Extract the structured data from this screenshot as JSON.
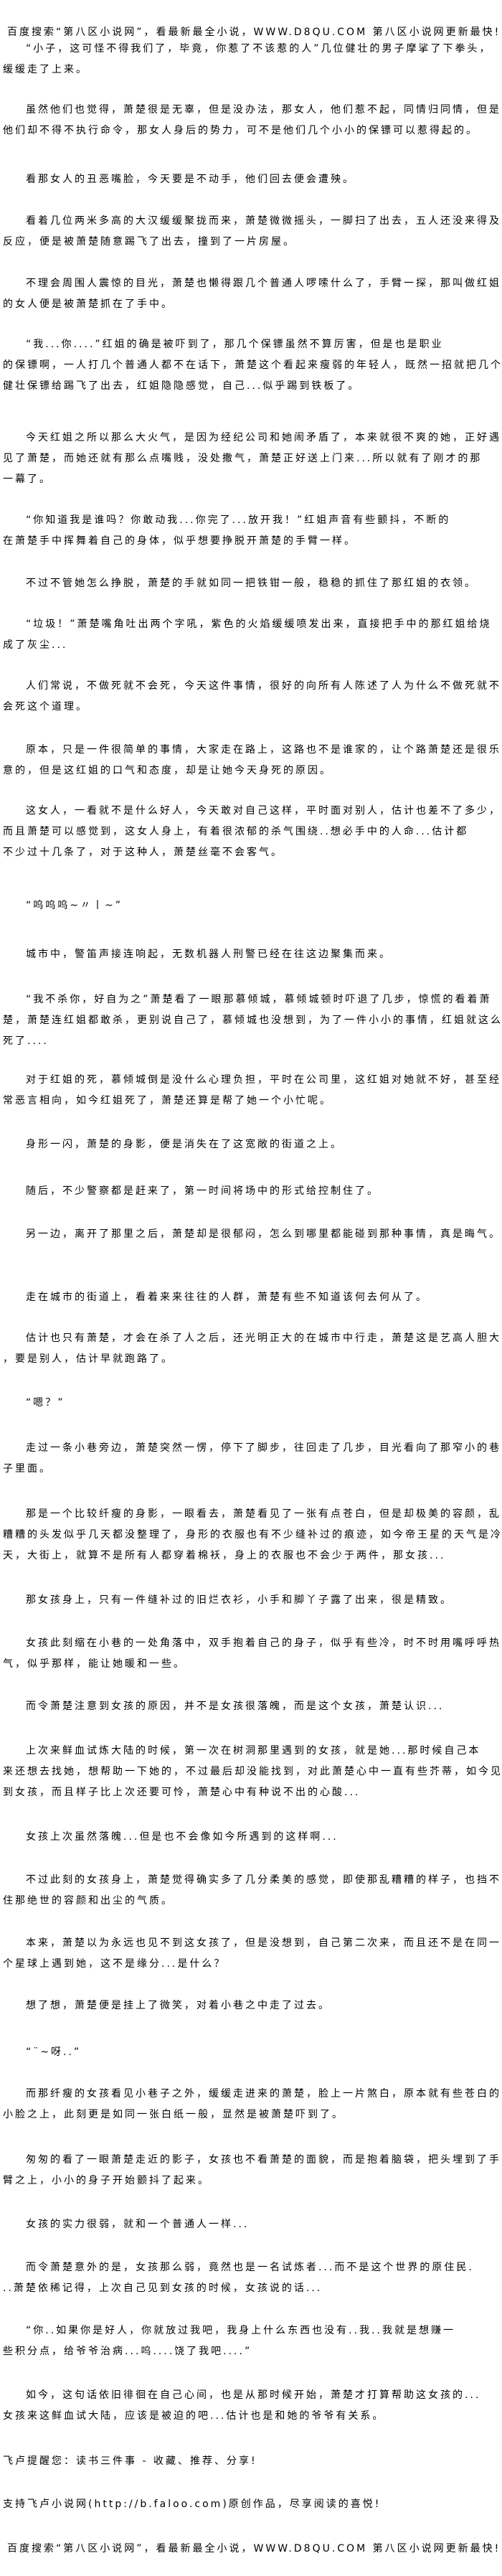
{
  "header_banner": "百度搜索“第八区小说网”，看最新最全小说，WWW.D8QU.COM  第八区小说网更新最快!",
  "paragraphs": [
    [
      "“小子，这可怪不得我们了，毕竟，你惹了不该惹的人”几位健壮的男子摩挲了下拳头，",
      "缓缓走了上来。"
    ],
    [
      "虽然他们也觉得，萧楚很是无辜，但是没办法，那女人，他们惹不起，同情归同情，但是",
      "他们却不得不执行命令，那女人身后的势力，可不是他们几个小小的保镖可以惹得起的。"
    ],
    [
      "看那女人的丑恶嘴脸，今天要是不动手，他们回去便会遭殃。"
    ],
    [
      "看着几位两米多高的大汉缓缓聚拢而来，萧楚微微摇头，一脚扫了出去，五人还没来得及",
      "反应，便是被萧楚随意踢飞了出去，撞到了一片房屋。"
    ],
    [
      "不理会周围人震惊的目光，萧楚也懒得跟几个普通人啰嗦什么了，手臂一探，那叫做红姐",
      "的女人便是被萧楚抓在了手中。"
    ],
    [
      "“我...你....”红姐的确是被吓到了，那几个保镖虽然不算厉害，但是也是职业",
      "的保镖啊，一人打几个普通人都不在话下，萧楚这个看起来瘦弱的年轻人，既然一招就把几个",
      "健壮保镖给踢飞了出去，红姐隐隐感觉，自己...似乎踢到铁板了。"
    ],
    [
      "今天红姐之所以那么大火气，是因为经纪公司和她闹矛盾了，本来就很不爽的她，正好遇",
      "见了萧楚，而她还就有那么点嘴贱，没处撒气，萧楚正好送上门来...所以就有了刚才的那",
      "一幕了。"
    ],
    [
      "“你知道我是谁吗？你敢动我...你完了...放开我！”红姐声音有些颤抖，不断的",
      "在萧楚手中挥舞着自己的身体，似乎想要挣脱开萧楚的手臂一样。"
    ],
    [
      "不过不管她怎么挣脱，萧楚的手就如同一把铁钳一般，稳稳的抓住了那红姐的衣领。"
    ],
    [
      "“垃圾！”萧楚嘴角吐出两个字吼，紫色的火焰缓缓喷发出来，直接把手中的那红姐给烧",
      "成了灰尘..."
    ],
    [
      "人们常说，不做死就不会死，今天这件事情，很好的向所有人陈述了人为什么不做死就不",
      "会死这个道理。"
    ],
    [
      "原本，只是一件很简单的事情，大家走在路上，这路也不是谁家的，让个路萧楚还是很乐",
      "意的，但是这红姐的口气和态度，却是让她今天身死的原因。"
    ],
    [
      "这女人，一看就不是什么好人，今天敢对自己这样，平时面对别人，估计也差不了多少，",
      "而且萧楚可以感觉到，这女人身上，有着很浓郁的杀气围绕..想必手中的人命...估计都",
      "不少过十几条了，对于这种人，萧楚丝毫不会客气。"
    ],
    [
      "“呜呜呜~〃丨~”"
    ],
    [
      "城市中，警笛声接连响起，无数机器人刑警已经在往这边聚集而来。"
    ],
    [
      "“我不杀你，好自为之”萧楚看了一眼那慕倾城，慕倾城顿时吓退了几步，惊慌的看着萧",
      "楚，萧楚连红姐都敢杀，更别说自己了，慕倾城也没想到，为了一件小小的事情，红姐就这么",
      "死了...."
    ],
    [
      "对于红姐的死，慕倾城倒是没什么心理负担，平时在公司里，这红姐对她就不好，甚至经",
      "常恶言相向，如今红姐死了，萧楚还算是帮了她一个小忙呢。"
    ],
    [
      "身形一闪，萧楚的身影，便是消失在了这宽敞的街道之上。"
    ],
    [
      "随后，不少警察都是赶来了，第一时间将场中的形式给控制住了。"
    ],
    [
      "另一边，离开了那里之后，萧楚却是很郁闷，怎么到哪里都能碰到那种事情，真是晦气。"
    ],
    [
      "走在城市的街道上，看着来来往往的人群，萧楚有些不知道该何去何从了。"
    ],
    [
      "估计也只有萧楚，才会在杀了人之后，还光明正大的在城市中行走，萧楚这是艺高人胆大",
      "，要是别人，估计早就跑路了。"
    ],
    [
      "“嗯？”"
    ],
    [
      "走过一条小巷旁边，萧楚突然一愣，停下了脚步，往回走了几步，目光看向了那窄小的巷",
      "子里面。"
    ],
    [
      "那是一个比较纤瘦的身影，一眼看去，萧楚看见了一张有点苍白，但是却极美的容颜，乱",
      "糟糟的头发似乎几天都没整理了，身形的衣服也有不少缝补过的痕迹，如今帝王星的天气是冷",
      "天，大街上，就算不是所有人都穿着棉袄，身上的衣服也不会少于两件，那女孩..."
    ],
    [
      "那女孩身上，只有一件缝补过的旧烂衣衫，小手和脚丫子露了出来，很是精致。"
    ],
    [
      "女孩此刻缩在小巷的一处角落中，双手抱着自己的身子，似乎有些冷，时不时用嘴呼呼热",
      "气，似乎那样，能让她暖和一些。"
    ],
    [
      "而令萧楚注意到女孩的原因，并不是女孩很落魄，而是这个女孩，萧楚认识..."
    ],
    [
      "上次来鲜血试炼大陆的时候，第一次在树洞那里遇到的女孩，就是她...那时候自己本",
      "来还想去找她，想帮助一下她的，不过最后却没能找到，对此萧楚心中一直有些芥蒂，如今见",
      "到女孩，而且样子比上次还要可怜，萧楚心中有种说不出的心酸..."
    ],
    [
      "女孩上次虽然落魄...但是也不会像如今所遇到的这样啊..."
    ],
    [
      "不过此刻的女孩身上，萧楚觉得确实多了几分柔美的感觉，即使那乱糟糟的样子，也挡不",
      "住那绝世的容颜和出尘的气质。"
    ],
    [
      "本来，萧楚以为永远也见不到这女孩了，但是没想到，自己第二次来，而且还不是在同一",
      "个星球上遇到她，这不是缘分...是什么？"
    ],
    [
      "想了想，萧楚便是挂上了微笑，对着小巷之中走了过去。"
    ],
    [
      "“¨~呀..”"
    ],
    [
      "而那纤瘦的女孩看见小巷子之外，缓缓走进来的萧楚，脸上一片煞白，原本就有些苍白的",
      "小脸之上，此刻更是如同一张白纸一般，显然是被萧楚吓到了。"
    ],
    [
      "匆匆的看了一眼萧楚走近的影子，女孩也不看萧楚的面貌，而是抱着脑袋，把头埋到了手",
      "臂之上，小小的身子开始颤抖了起来。"
    ],
    [
      "女孩的实力很弱，就和一个普通人一样..."
    ],
    [
      "而令萧楚意外的是，女孩那么弱，竟然也是一名试炼者...而不是这个世界的原住民.",
      "..萧楚依稀记得，上次自己见到女孩的时候，女孩说的话..."
    ],
    [
      "“你..如果你是好人，你就放过我吧，我身上什么东西也没有..我..我就是想赚一",
      "些积分点，给爷爷治病...呜....饶了我吧....”"
    ],
    [
      "如今，这句话依旧徘徊在自己心间，也是从那时候开始，萧楚才打算帮助这女孩的...",
      "女孩来这鲜血试大陆，应该是被迫的吧...估计也是和她的爷爷有关系。"
    ]
  ],
  "footer": {
    "reminder": "飞卢提醒您：读书三件事 - 收藏、推荐、分享!",
    "support": "支持飞卢小说网(http://b.faloo.com)原创作品，尽享阅读的喜悦!",
    "banner": "百度搜索“第八区小说网”，看最新最全小说，WWW.D8QU.COM  第八区小说网更新最快!"
  }
}
